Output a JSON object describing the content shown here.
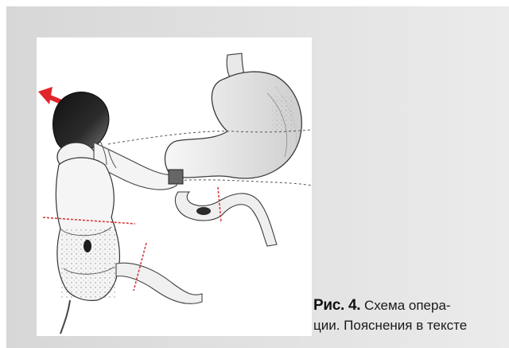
{
  "figure": {
    "label": "Рис. 4.",
    "caption_line1": "Схема опера-",
    "caption_line2": "ции. Пояснения в тексте"
  },
  "colors": {
    "panel_background": "#dcdcdc",
    "figure_background": "#ffffff",
    "arrow": "#e0262b",
    "cut_lines": "#d43a3a",
    "ink": "#2a2a2a"
  },
  "icons": {
    "direction_arrow": "red-arrow-icon"
  }
}
